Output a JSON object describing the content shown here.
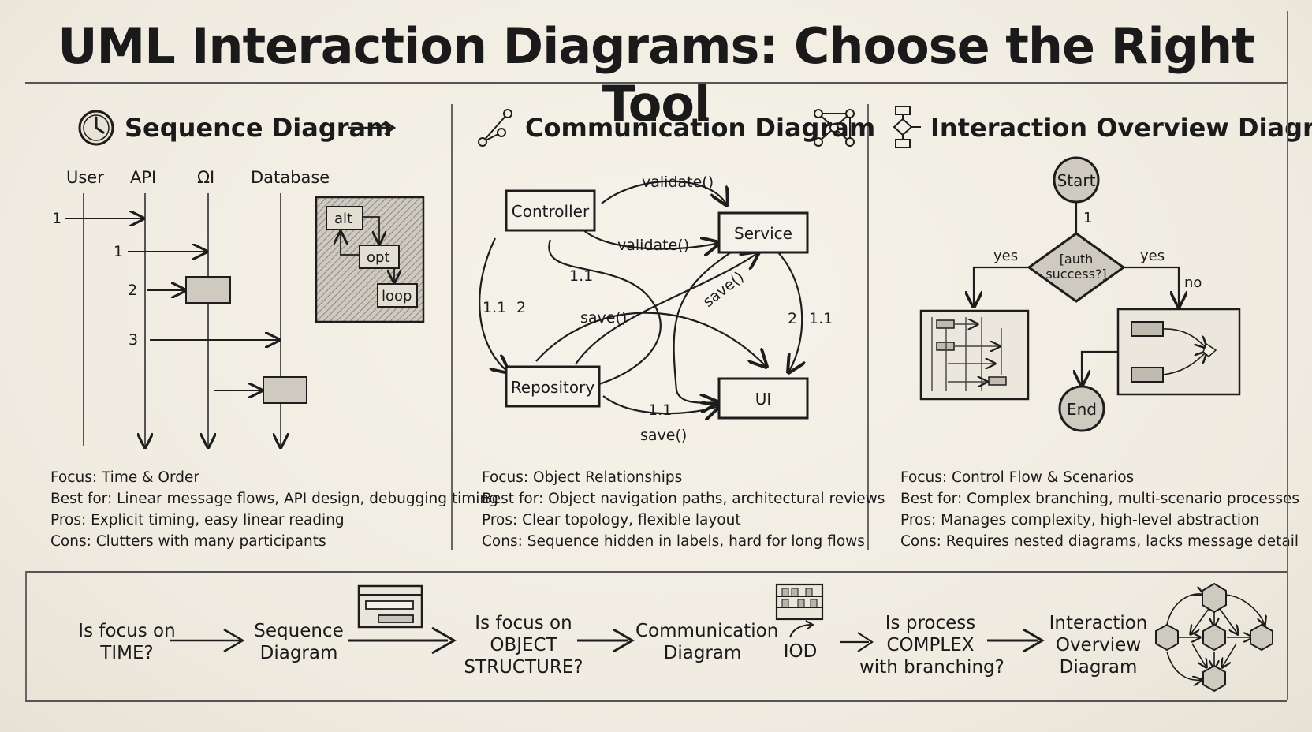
{
  "title": "UML Interaction Diagrams: Choose the Right Tool",
  "sequence": {
    "title": "Sequence Diagram",
    "participants": [
      "User",
      "API",
      "ΩI",
      "Database"
    ],
    "message_labels": [
      "1",
      "1",
      "2",
      "3"
    ],
    "fragments": [
      "alt",
      "opt",
      "loop"
    ],
    "focus": "Focus: Time & Order",
    "best_for": "Best for: Linear message flows, API design, debugging timing",
    "pros": "Pros: Explicit timing, easy linear reading",
    "cons": "Cons: Clutters with many participants"
  },
  "communication": {
    "title": "Communication Diagram",
    "nodes": [
      "Controller",
      "Service",
      "Repository",
      "UI"
    ],
    "messages": [
      "validate()",
      "validate()",
      "1.1",
      "1.1",
      "2",
      "save()",
      "save()",
      "2",
      "1.1",
      "1.1",
      "save()"
    ],
    "focus": "Focus: Object Relationships",
    "best_for": "Best for: Object navigation paths, architectural reviews",
    "pros": "Pros: Clear topology, flexible layout",
    "cons": "Cons: Sequence hidden in labels, hard for long flows"
  },
  "overview": {
    "title": "Interaction Overview Diagram",
    "start": "Start",
    "end": "End",
    "decision": [
      "[auth",
      "success?]"
    ],
    "edge_labels": [
      "1",
      "yes",
      "yes",
      "no"
    ],
    "focus": "Focus: Control Flow & Scenarios",
    "best_for": "Best for: Complex branching, multi-scenario processes",
    "pros": "Pros: Manages complexity, high-level abstraction",
    "cons": "Cons: Requires nested diagrams, lacks message detail"
  },
  "flow": {
    "q1": [
      "Is focus on",
      "TIME?"
    ],
    "a1": [
      "Sequence",
      "Diagram"
    ],
    "q2": [
      "Is focus on",
      "OBJECT",
      "STRUCTURE?"
    ],
    "a2": [
      "Communication",
      "Diagram"
    ],
    "a2b": "IOD",
    "q3": [
      "Is process",
      "COMPLEX",
      "with branching?"
    ],
    "a3": [
      "Interaction",
      "Overview",
      "Diagram"
    ]
  },
  "colors": {
    "paper": "#f1eee4",
    "ink": "#1d1d1d",
    "box_fill": "#cfcac0",
    "shade": "#c9c4ba"
  },
  "icons": [
    "clock-icon",
    "graph-nodes-icon",
    "network-icon",
    "flowchart-icon",
    "browser-window-icon",
    "shelf-icon",
    "hexagon-network-icon"
  ]
}
